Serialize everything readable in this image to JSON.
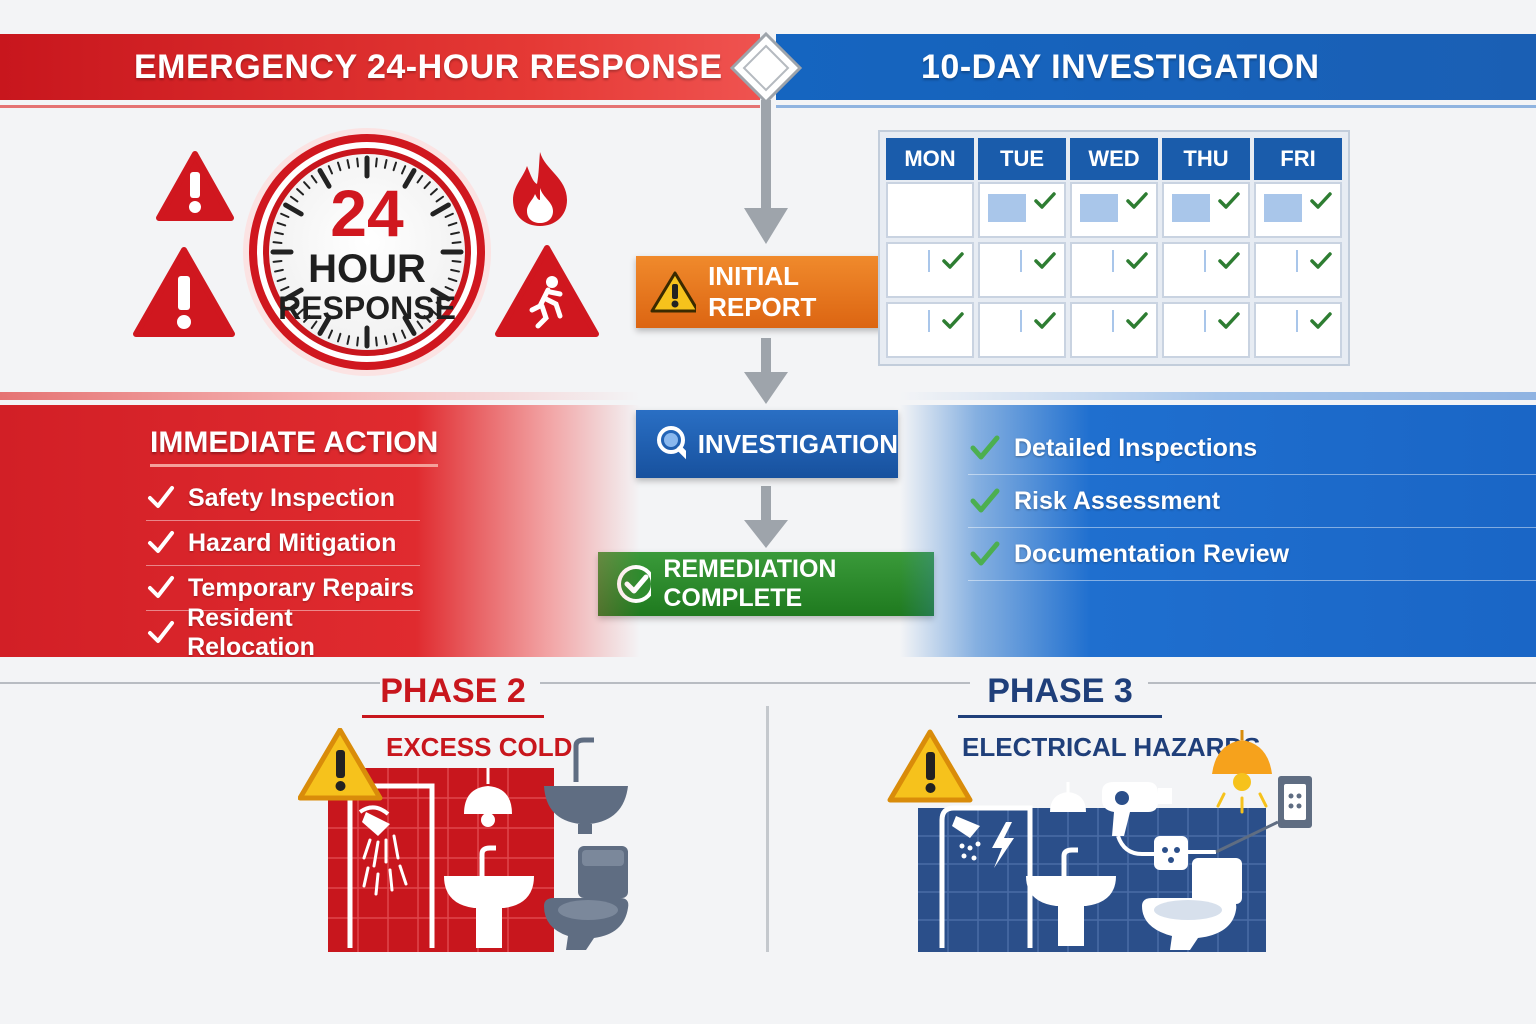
{
  "header": {
    "left_title": "EMERGENCY 24-HOUR RESPONSE",
    "right_title": "10-DAY INVESTIGATION"
  },
  "clock": {
    "number": "24",
    "line1": "HOUR",
    "line2": "RESPONSE"
  },
  "flow": {
    "steps": [
      "INITIAL REPORT",
      "INVESTIGATION",
      "REMEDIATION COMPLETE"
    ],
    "colors": [
      "#e8731a",
      "#1a5fb4",
      "#2e8b2e"
    ]
  },
  "calendar": {
    "days": [
      "MON",
      "TUE",
      "WED",
      "THU",
      "FRI"
    ]
  },
  "immediate_action": {
    "title": "IMMEDIATE ACTION",
    "items": [
      "Safety Inspection",
      "Hazard Mitigation",
      "Temporary Repairs",
      "Resident Relocation"
    ]
  },
  "investigation_list": {
    "items": [
      "Detailed Inspections",
      "Risk Assessment",
      "Documentation Review"
    ]
  },
  "phase2": {
    "label": "PHASE",
    "number": "2",
    "hazard": "EXCESS COLD",
    "color": "#c8161d"
  },
  "phase3": {
    "label": "PHASE",
    "number": "3",
    "hazard": "ELECTRICAL HAZARDS",
    "color": "#1f3f7a"
  }
}
